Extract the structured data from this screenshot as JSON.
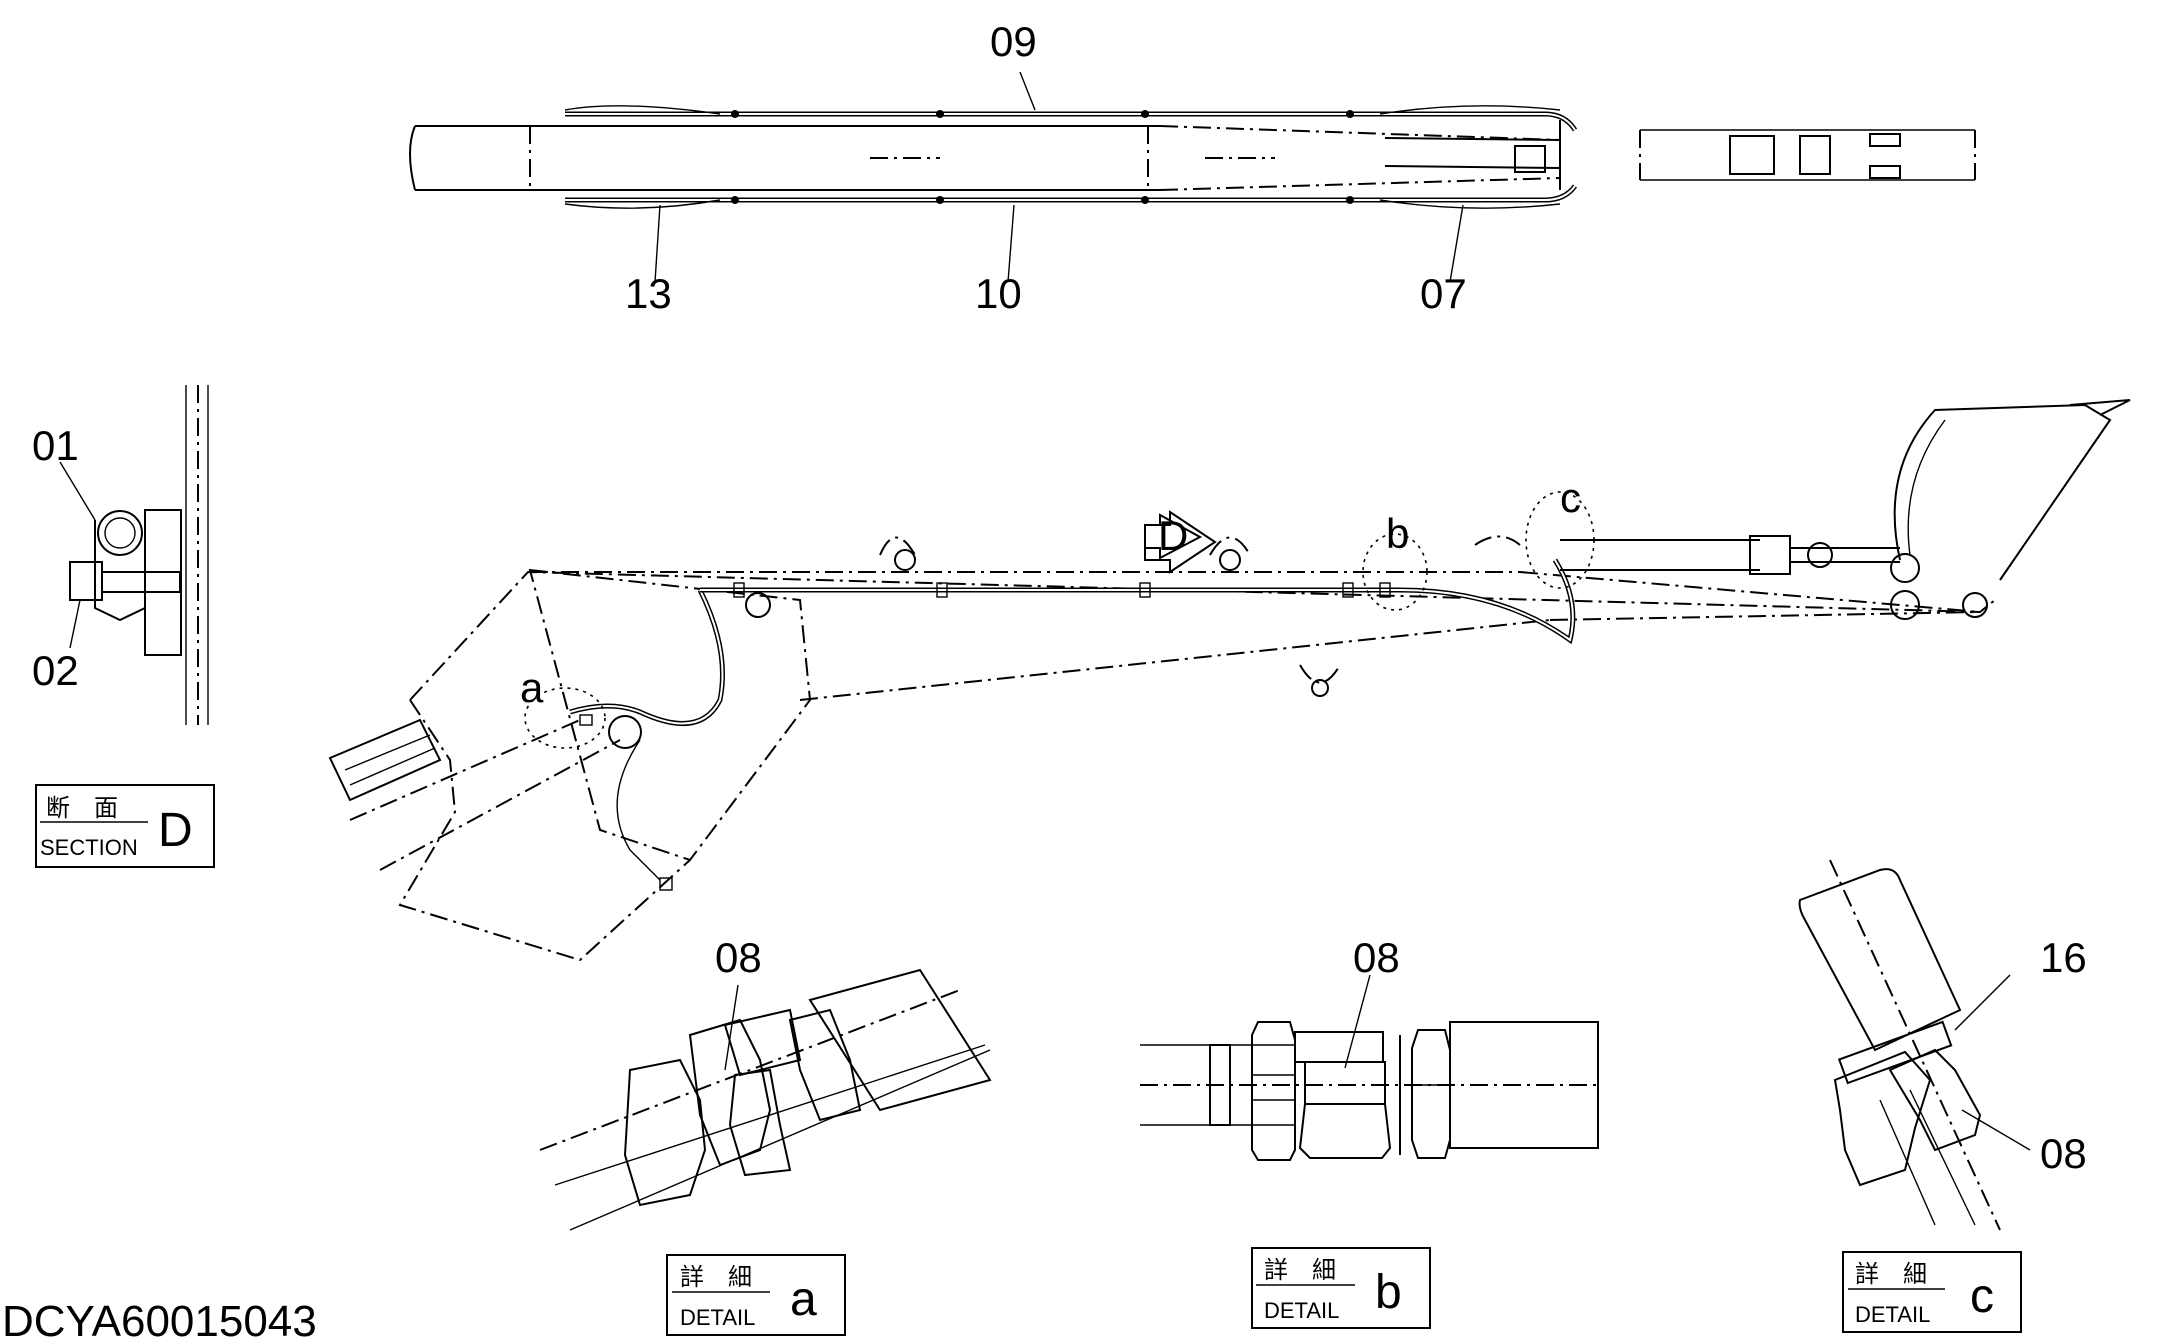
{
  "drawing_number": "DCYA60015043",
  "callouts": {
    "top_09": "09",
    "top_13": "13",
    "top_10": "10",
    "top_07": "07",
    "sec_01": "01",
    "sec_02": "02",
    "det_a_08": "08",
    "det_b_08": "08",
    "det_c_16": "16",
    "det_c_08": "08"
  },
  "view_markers": {
    "a": "a",
    "b": "b",
    "c": "c",
    "d": "D"
  },
  "section_box": {
    "jp": "断　面",
    "en": "SECTION",
    "letter": "D"
  },
  "detail_boxes": [
    {
      "jp": "詳　細",
      "en": "DETAIL",
      "letter": "a"
    },
    {
      "jp": "詳　細",
      "en": "DETAIL",
      "letter": "b"
    },
    {
      "jp": "詳　細",
      "en": "DETAIL",
      "letter": "c"
    }
  ]
}
